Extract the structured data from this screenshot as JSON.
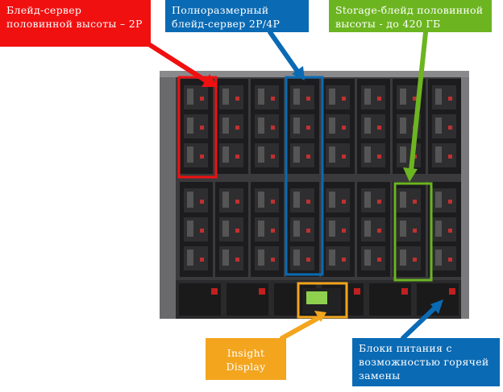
{
  "callouts": {
    "half_height_blade": "Блейд-сервер половинной высоты – 2P",
    "full_height_blade": "Полноразмерный блейд-сервер 2P/4P",
    "storage_blade": "Storage-блейд половинной высоты - до 420 ГБ",
    "insight_display": "Insight Display",
    "power_supplies": "Блоки питания с возможностью горячей замены"
  },
  "colors": {
    "red": "#f01010",
    "blue": "#0a6ab4",
    "green": "#6cb520",
    "orange": "#f3a51e"
  }
}
